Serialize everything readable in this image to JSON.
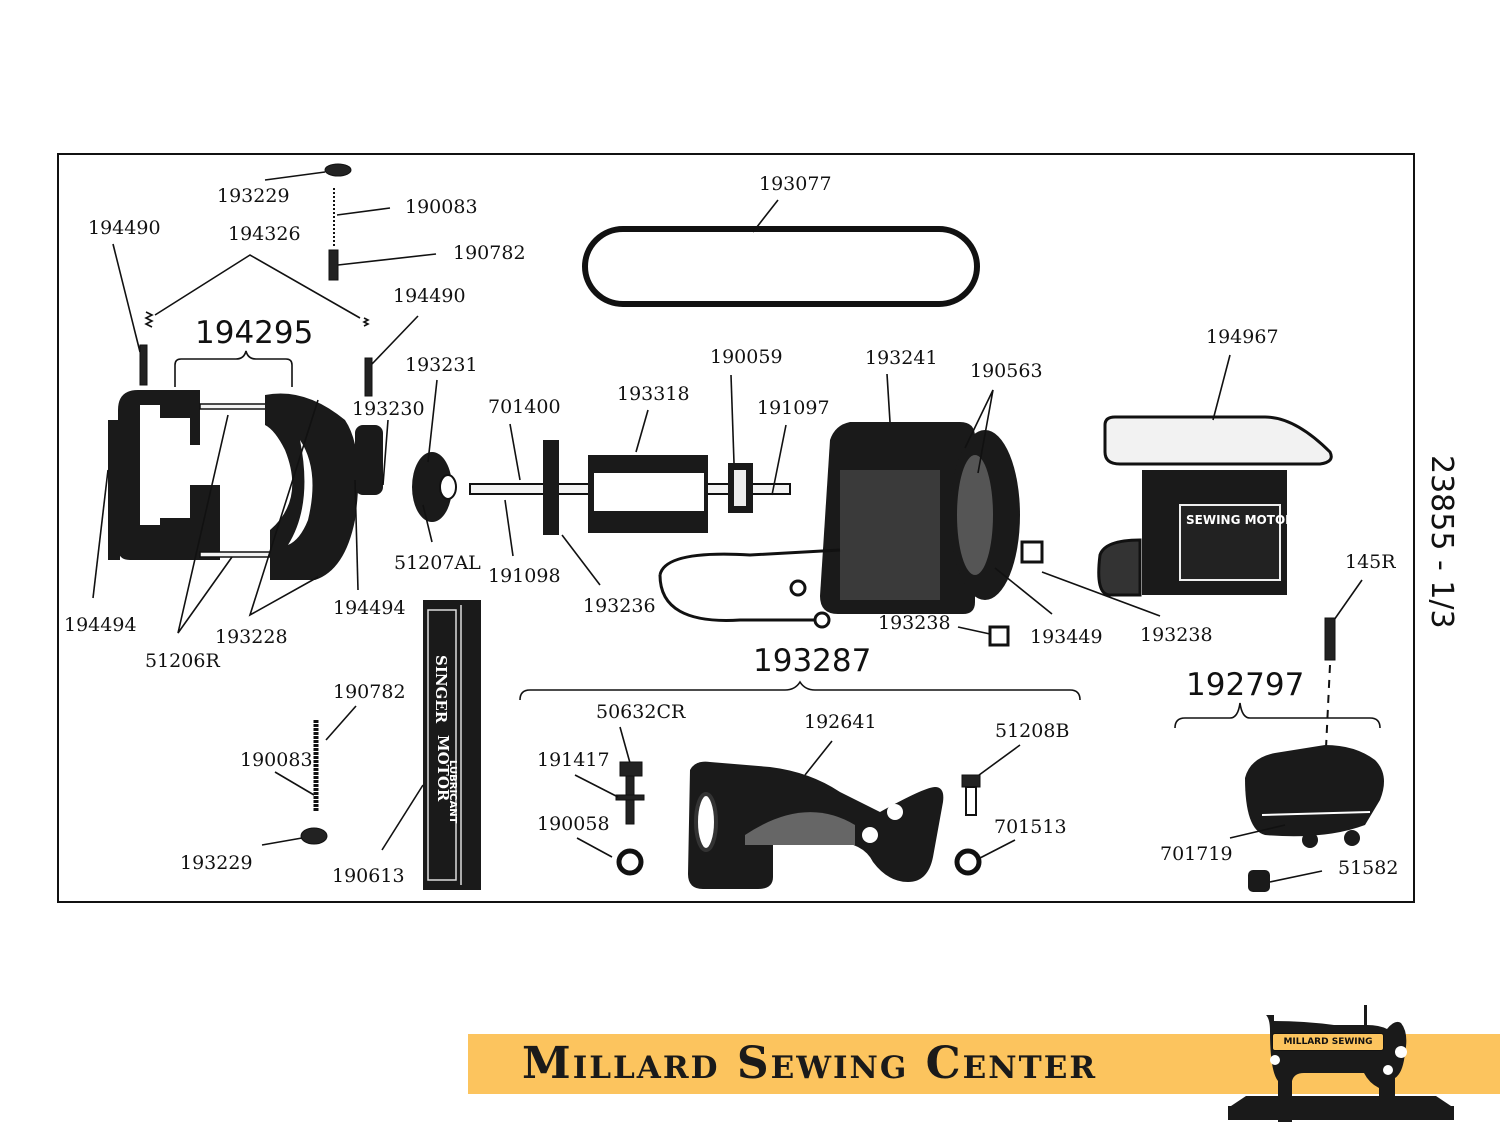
{
  "diagram": {
    "sheet_code": "23855 - 1/3",
    "assemblies": [
      {
        "id": "motor-housing-set",
        "number": "194295"
      },
      {
        "id": "bracket-assembly",
        "number": "193287"
      },
      {
        "id": "terminal-block",
        "number": "192797"
      }
    ],
    "labels": {
      "top_193229": "193229",
      "top_190083": "190083",
      "top_190782": "190782",
      "left_194490": "194490",
      "spring_194326": "194326",
      "right_194490": "194490",
      "belt_193077": "193077",
      "pulley_193231": "193231",
      "bushing_193230": "193230",
      "armature_193318": "193318",
      "commutator_190059": "190059",
      "washer_191097": "191097",
      "washer_701400": "701400",
      "washer_191098": "191098",
      "fan_193236": "193236",
      "pulley_51207AL": "51207AL",
      "field_193241": "193241",
      "leads_190563": "190563",
      "cover_194967": "194967",
      "screw_145R": "145R",
      "left_194494": "194494",
      "right_194494": "194494",
      "screw_193228": "193228",
      "screw_51206R": "51206R",
      "terminal_193238_a": "193238",
      "coil_193449": "193449",
      "terminal_193238_b": "193238",
      "bot_190782": "190782",
      "bot_190083": "190083",
      "bot_193229": "193229",
      "lubricant_190613": "190613",
      "screw_50632CR": "50632CR",
      "washer_191417": "191417",
      "washer_190058": "190058",
      "bracket_192641": "192641",
      "screw_51208B": "51208B",
      "washer_701513": "701513",
      "screw_701719": "701719",
      "nut_51582": "51582"
    },
    "cover_plate_text": "SEWING MOTOR",
    "lubricant_text": {
      "brand": "SINGER",
      "line1": "MOTOR",
      "line2": "LUBRICANT"
    }
  },
  "footer": {
    "company": "Millard Sewing Center",
    "logo_badge": "MILLARD SEWING",
    "banner_color": "#fcc45e"
  }
}
